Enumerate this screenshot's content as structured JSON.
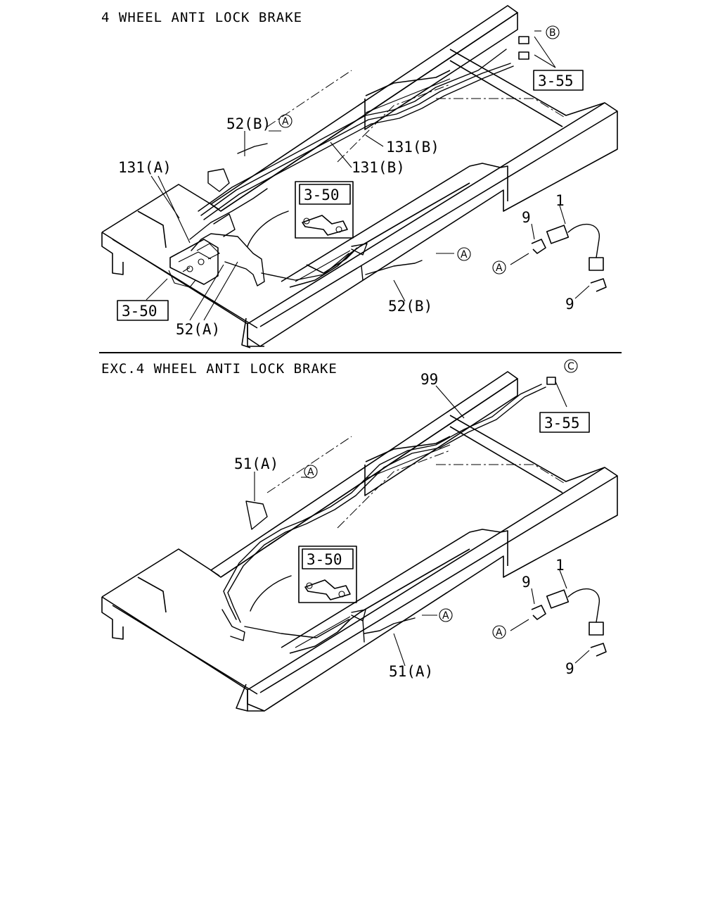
{
  "upper": {
    "title": "4 WHEEL ANTI LOCK BRAKE",
    "labels": {
      "p52b_top": "52(B)",
      "p131b_a": "131(B)",
      "p131b_b": "131(B)",
      "p131a": "131(A)",
      "p52a": "52(A)",
      "p52b_bottom": "52(B)",
      "p9_top": "9",
      "p1": "1",
      "p9_bottom": "9"
    },
    "refs": {
      "ref355": "3-55",
      "ref350_inset": "3-50",
      "ref350": "3-50"
    },
    "circles": {
      "a_top": "A",
      "a_right": "A",
      "a_hose": "A",
      "b": "B"
    }
  },
  "lower": {
    "title": "EXC.4 WHEEL ANTI LOCK BRAKE",
    "labels": {
      "p99": "99",
      "p51a_top": "51(A)",
      "p51a_bottom": "51(A)",
      "p9_top": "9",
      "p1": "1",
      "p9_bottom": "9"
    },
    "refs": {
      "ref355": "3-55",
      "ref350_inset": "3-50"
    },
    "circles": {
      "a_top": "A",
      "a_right": "A",
      "a_hose": "A",
      "c": "C"
    }
  }
}
